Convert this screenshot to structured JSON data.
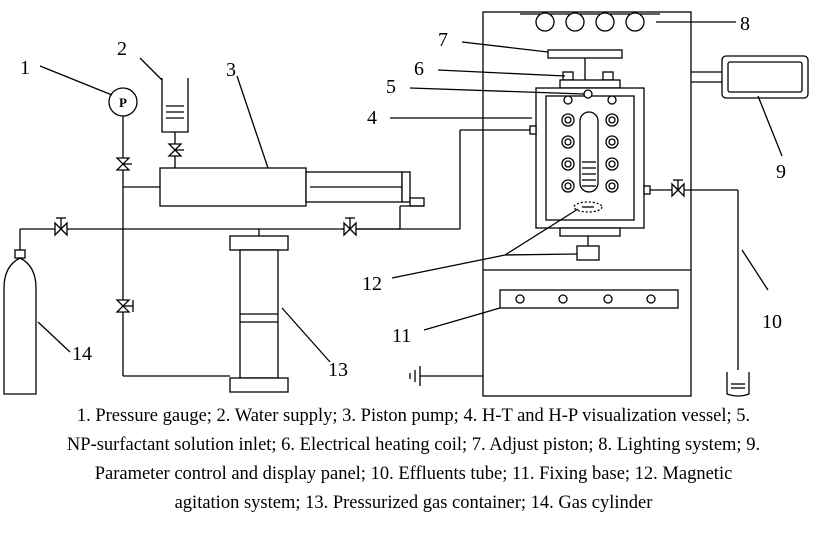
{
  "diagram": {
    "component_numbers": [
      "1",
      "2",
      "3",
      "4",
      "5",
      "6",
      "7",
      "8",
      "9",
      "10",
      "11",
      "12",
      "13",
      "14"
    ],
    "gauge_letter": "P"
  },
  "caption": {
    "lines": [
      "1. Pressure gauge; 2. Water supply; 3. Piston pump; 4.   H-T and H-P visualization vessel; 5.",
      "NP-surfactant solution inlet; 6. Electrical heating coil; 7. Adjust piston; 8. Lighting system; 9.",
      "Parameter control and display panel; 10. Effluents tube; 11. Fixing base; 12. Magnetic",
      "agitation system; 13. Pressurized gas container; 14. Gas cylinder"
    ]
  }
}
